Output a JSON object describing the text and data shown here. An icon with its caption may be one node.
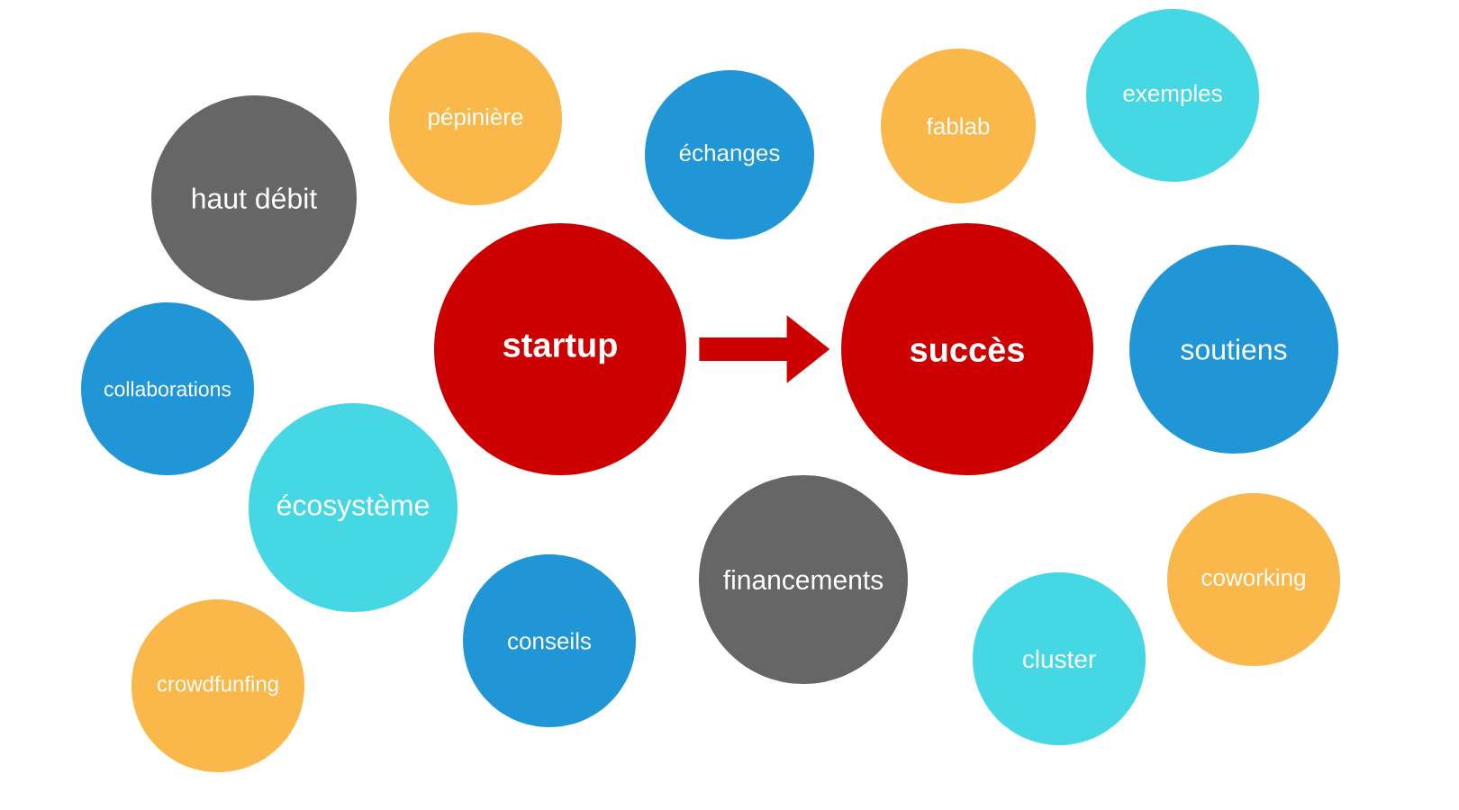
{
  "diagram": {
    "nodes": [
      {
        "text": [
          "pépinière"
        ]
      },
      {
        "text": [
          "exemples"
        ]
      },
      {
        "text": [
          "fablab"
        ]
      },
      {
        "text": [
          "échanges"
        ]
      },
      {
        "text": [
          "haut débit"
        ]
      },
      {
        "text": [
          "startup"
        ]
      },
      {
        "text": [
          "succès"
        ]
      },
      {
        "text": [
          "soutiens"
        ]
      },
      {
        "text": [
          "collaborations"
        ]
      },
      {
        "text": [
          "écosystème"
        ]
      },
      {
        "text": [
          "financements"
        ]
      },
      {
        "text": [
          "coworking"
        ]
      },
      {
        "text": [
          "conseils"
        ]
      },
      {
        "text": [
          "cluster"
        ]
      },
      {
        "text": [
          "crowdfunfing"
        ]
      }
    ],
    "edges": [
      {
        "from": 5,
        "to": 6,
        "arrow": "to"
      }
    ]
  }
}
